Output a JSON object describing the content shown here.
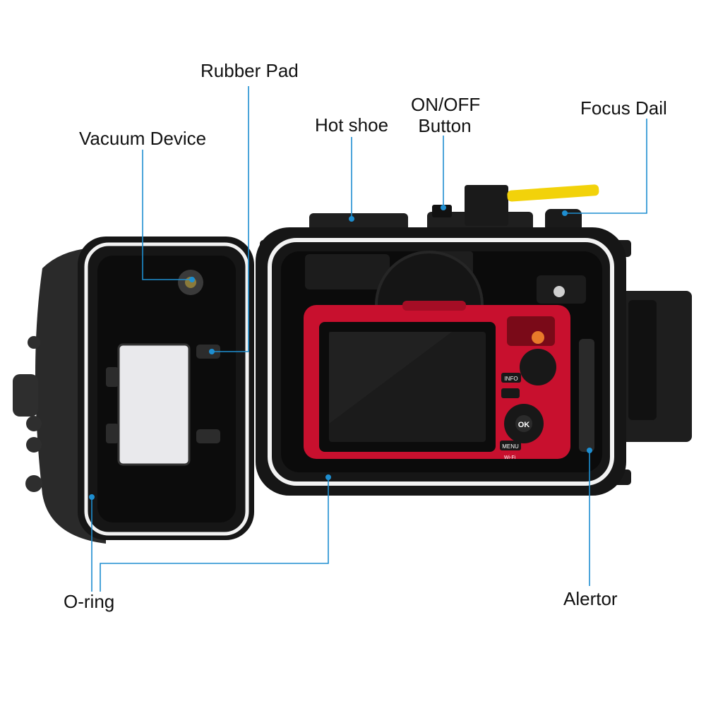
{
  "callouts": {
    "rubber_pad": "Rubber Pad",
    "vacuum_device": "Vacuum Device",
    "hot_shoe": "Hot shoe",
    "on_off_line1": "ON/OFF",
    "on_off_line2": "Button",
    "focus_dial": "Focus Dail",
    "o_ring": "O-ring",
    "alertor": "Alertor"
  },
  "camera_buttons": {
    "menu": "MENU",
    "wifi": "Wi-Fi",
    "ok": "OK",
    "info": "INFO"
  },
  "colors": {
    "leader_line": "#1e8ed0",
    "housing": "#1b1b1b",
    "oring": "#f2f2f2",
    "camera_body": "#c8102e",
    "lever": "#f2d20a"
  }
}
